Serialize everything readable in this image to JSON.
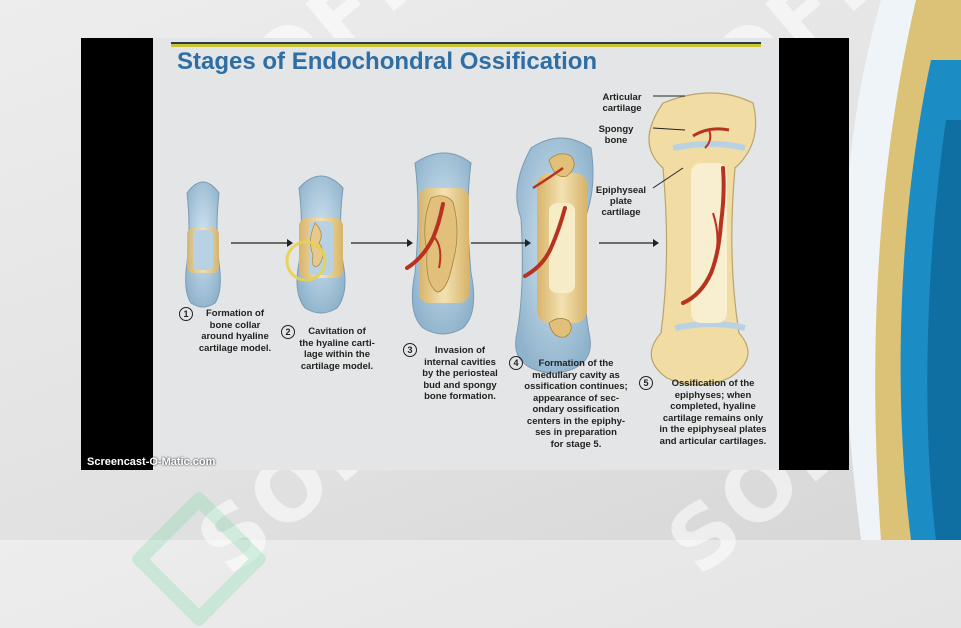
{
  "slide": {
    "title": "Stages of Endochondral Ossification"
  },
  "stages": [
    {
      "number": "1",
      "caption": "Formation of\nbone collar\naround hyaline\ncartilage model."
    },
    {
      "number": "2",
      "caption": "Cavitation of\nthe hyaline carti-\nlage within the\ncartilage model."
    },
    {
      "number": "3",
      "caption": "Invasion of\ninternal cavities\nby the periosteal\nbud and spongy\nbone formation."
    },
    {
      "number": "4",
      "caption": "Formation of the\nmedullary cavity as\nossification continues;\nappearance of sec-\nondary ossification\ncenters in the epiphy-\nses in preparation\nfor stage 5."
    },
    {
      "number": "5",
      "caption": "Ossification of the\nepiphyses; when\ncompleted, hyaline\ncartilage remains only\nin the epiphyseal plates\nand articular cartilages."
    }
  ],
  "labels": {
    "articular": "Articular\ncartilage",
    "spongy": "Spongy\nbone",
    "epiphyseal": "Epiphyseal\nplate\ncartilage"
  },
  "watermark": {
    "text": "SOFF"
  },
  "credit": "Screencast-O-Matic.com",
  "colors": {
    "title": "#2f6ea5",
    "cartilage": "#a9c7dc",
    "bone": "#ecd59a",
    "vessel": "#b8331f",
    "accent_yellow": "#c9c531"
  }
}
